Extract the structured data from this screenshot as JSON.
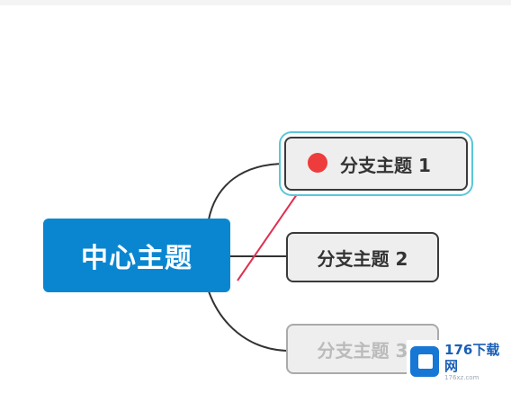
{
  "mindmap": {
    "central_topic": "中心主题",
    "branches": [
      {
        "label": "分支主题 1"
      },
      {
        "label": "分支主题 2"
      },
      {
        "label": "分支主题 3"
      }
    ]
  },
  "watermark": {
    "brand": "176下载网",
    "domain": "176xz.com"
  },
  "colors": {
    "central_fill": "#0a86d1",
    "branch_fill": "#eeeeee",
    "selection_outline": "#59c7d9",
    "marker": "#ee3b3b",
    "arrow": "#e03050"
  }
}
